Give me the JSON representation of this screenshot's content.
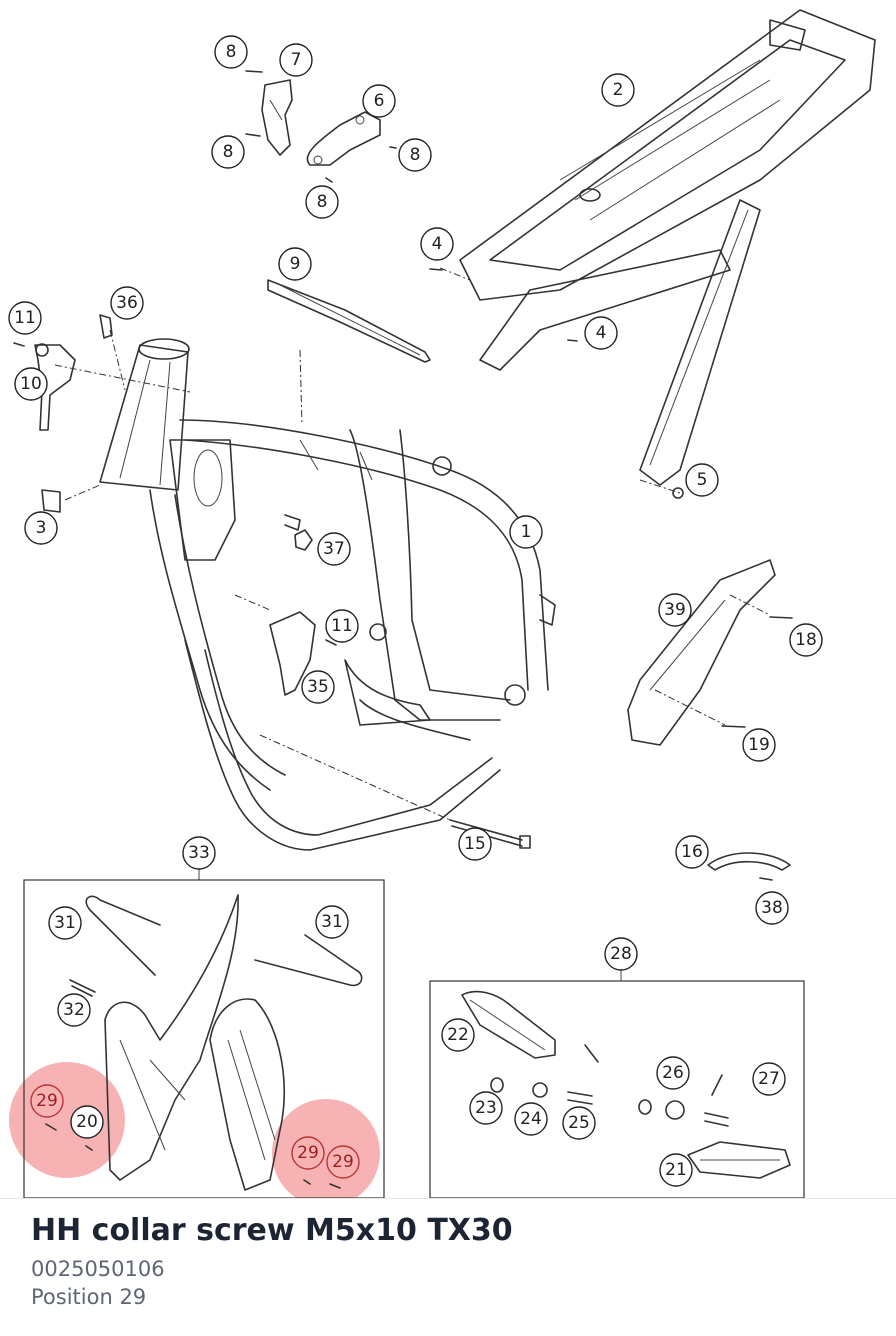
{
  "part": {
    "name": "HH collar screw M5x10 TX30",
    "number": "0025050106",
    "position": "Position 29"
  },
  "highlight_color": "#f28a8a",
  "callouts": [
    {
      "label": "1"
    },
    {
      "label": "2"
    },
    {
      "label": "3"
    },
    {
      "label": "4"
    },
    {
      "label": "4"
    },
    {
      "label": "5"
    },
    {
      "label": "6"
    },
    {
      "label": "7"
    },
    {
      "label": "8"
    },
    {
      "label": "8"
    },
    {
      "label": "8"
    },
    {
      "label": "8"
    },
    {
      "label": "9"
    },
    {
      "label": "10"
    },
    {
      "label": "11"
    },
    {
      "label": "11"
    },
    {
      "label": "15"
    },
    {
      "label": "16"
    },
    {
      "label": "18"
    },
    {
      "label": "19"
    },
    {
      "label": "20"
    },
    {
      "label": "21"
    },
    {
      "label": "22"
    },
    {
      "label": "23"
    },
    {
      "label": "24"
    },
    {
      "label": "25"
    },
    {
      "label": "26"
    },
    {
      "label": "27"
    },
    {
      "label": "28"
    },
    {
      "label": "29"
    },
    {
      "label": "29"
    },
    {
      "label": "29"
    },
    {
      "label": "31"
    },
    {
      "label": "31"
    },
    {
      "label": "32"
    },
    {
      "label": "33"
    },
    {
      "label": "35"
    },
    {
      "label": "36"
    },
    {
      "label": "37"
    },
    {
      "label": "38"
    },
    {
      "label": "39"
    }
  ]
}
